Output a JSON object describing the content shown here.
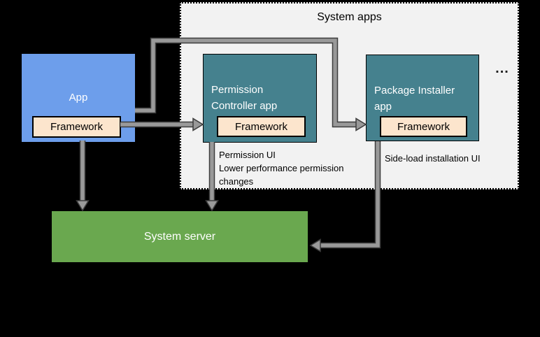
{
  "diagram": {
    "system_apps_label": "System apps",
    "app": {
      "title": "App",
      "framework_label": "Framework"
    },
    "permission_controller": {
      "title": "Permission Controller app",
      "framework_label": "Framework",
      "note_line1": "Permission UI",
      "note_line2": "Lower performance permission changes"
    },
    "package_installer": {
      "title": "Package Installer app",
      "framework_label": "Framework",
      "note": "Side-load installation UI"
    },
    "more_apps_ellipsis": "...",
    "system_server_label": "System server",
    "colors": {
      "app_blue": "#6d9eeb",
      "system_app_teal": "#45818e",
      "framework_peach": "#fce5cd",
      "server_green": "#6aa84f",
      "container_gray": "#f2f2f2",
      "arrow_gray": "#999999",
      "background": "#000000"
    }
  }
}
